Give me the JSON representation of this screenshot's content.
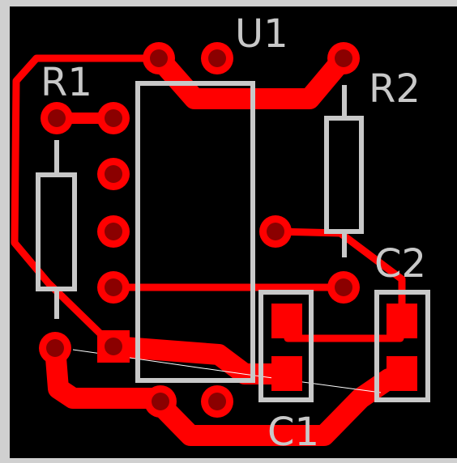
{
  "colors": {
    "background": "#000000",
    "copper": "#ff0000",
    "pad_hole": "#8b0000",
    "silkscreen": "#c8c8c8",
    "ratsnest": "#ffffff",
    "frame": "#d0d0d0"
  },
  "labels": {
    "u1": "U1",
    "r1": "R1",
    "r2": "R2",
    "c1": "C1",
    "c2": "C2"
  }
}
